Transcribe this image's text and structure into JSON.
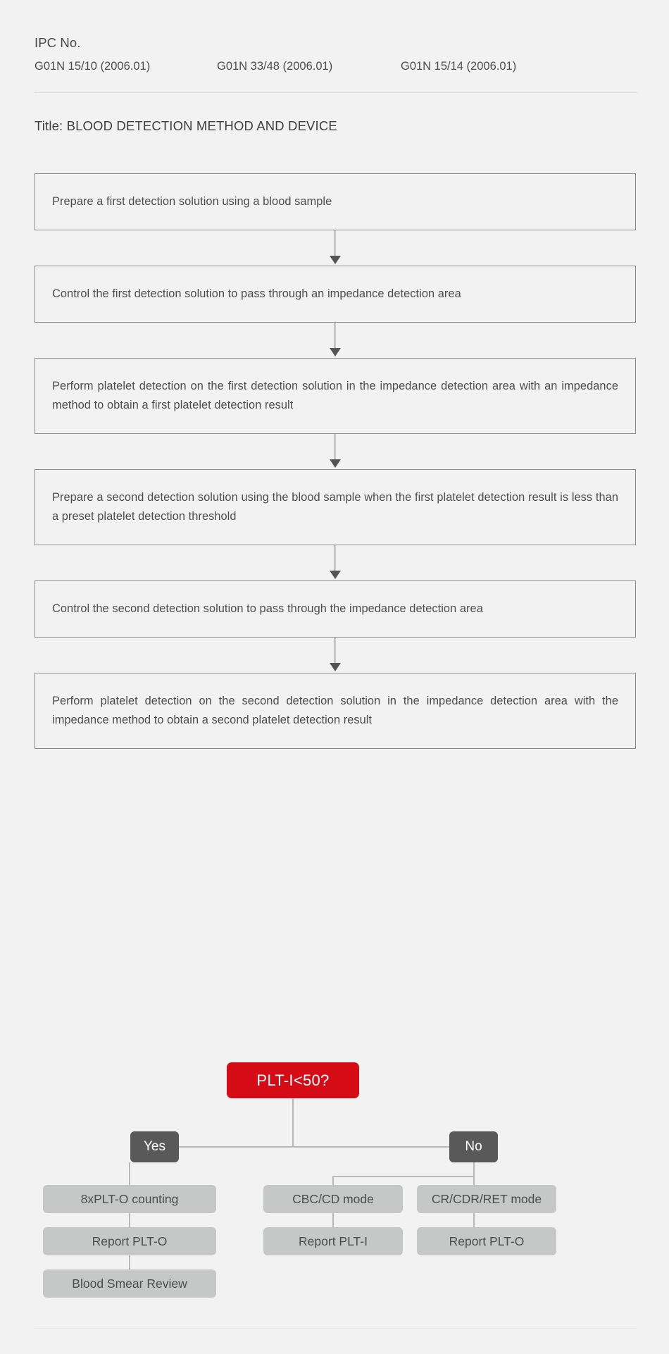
{
  "header": {
    "ipc_label": "IPC No.",
    "ipc_codes": [
      "G01N 15/10 (2006.01)",
      "G01N 33/48 (2006.01)",
      "G01N 15/14 (2006.01)"
    ],
    "title": "Title: BLOOD DETECTION METHOD AND DEVICE"
  },
  "flow": {
    "steps": [
      "Prepare a first detection solution using a blood sample",
      "Control the first detection solution to pass through an impedance detection area",
      "Perform platelet detection on the first detection solution in the impedance detection area with an impedance method to obtain a first platelet detection result",
      "Prepare a second detection solution using the blood sample when the first platelet detection result is less than a preset platelet detection threshold",
      "Control the second detection solution to pass through the impedance detection area",
      "Perform platelet detection on the second detection solution in the impedance detection area with the impedance method to obtain a second platelet detection result"
    ]
  },
  "tree": {
    "root": "PLT-I<50?",
    "branch_yes": "Yes",
    "branch_no": "No",
    "yes_path": [
      "8xPLT-O counting",
      "Report PLT-O",
      "Blood Smear Review"
    ],
    "no_path_middle": [
      "CBC/CD mode",
      "Report PLT-I"
    ],
    "no_path_right": [
      "CR/CDR/RET mode",
      "Report PLT-O"
    ]
  },
  "colors": {
    "page_background": "#f2f2f2",
    "decision_red": "#d50b15",
    "branch_gray": "#595959",
    "leaf_gray": "#c5c8c7",
    "box_border": "#8c8c8c",
    "connector": "#6e6e6e",
    "text": "#4d4d4d"
  }
}
